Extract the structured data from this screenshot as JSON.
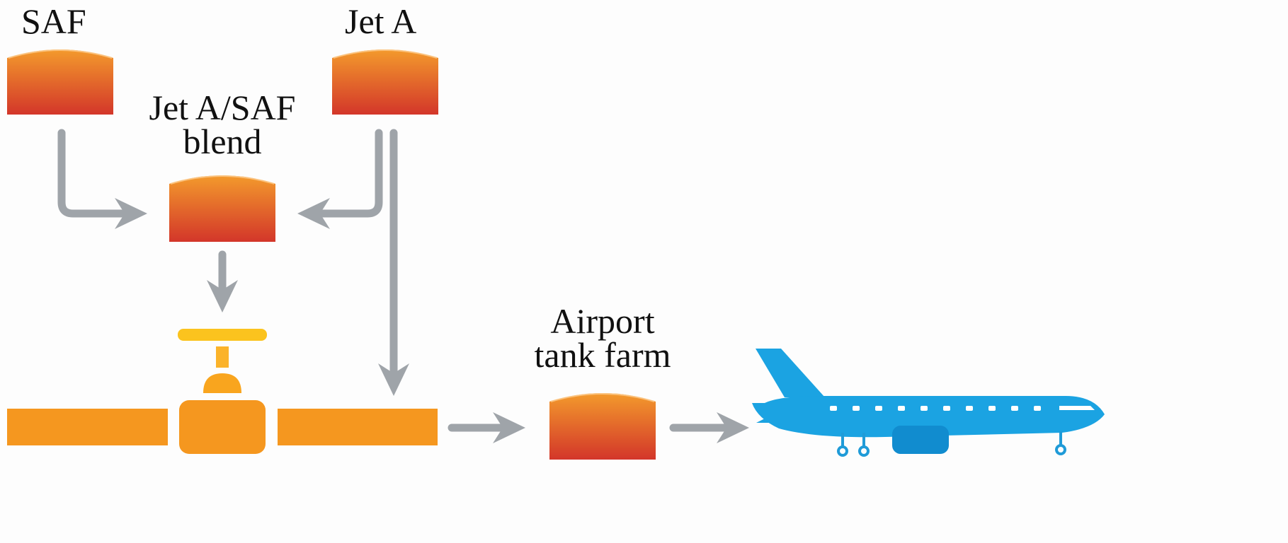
{
  "labels": {
    "saf": "SAF",
    "jet_a": "Jet A",
    "blend_line1": "Jet A/SAF",
    "blend_line2": "blend",
    "airport_line1": "Airport",
    "airport_line2": "tank farm"
  },
  "colors": {
    "tank_top": "#f39a2c",
    "tank_bottom": "#d3362a",
    "tank_highlight": "#fbc27d",
    "arrow": "#9fa4a9",
    "pipeline": "#f5971f",
    "valve_handle": "#fbc31e",
    "valve_stem": "#fbb32a",
    "valve_bonnet": "#f9a51e",
    "airplane": "#1ba3e2",
    "airplane_shade": "#118ccf",
    "airplane_windows": "#ffffff",
    "landing_gear": "#1f9bd8"
  },
  "icons": [
    "tank-icon",
    "valve-icon",
    "airplane-icon",
    "arrow-icon"
  ]
}
